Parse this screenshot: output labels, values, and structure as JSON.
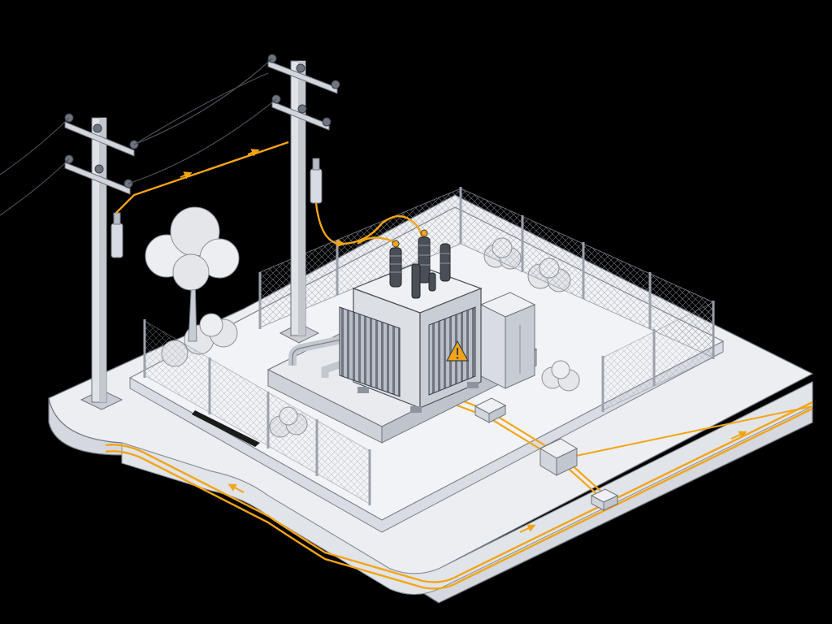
{
  "scene": {
    "background": "#000000",
    "concrete": "#eceef2",
    "concrete_shadow": "#c9ccd3",
    "metal": "#d7dbe2",
    "metal_dark": "#8e949e",
    "ink": "#3a3e46",
    "accent": "#f2a516",
    "foliage": "#e4e6ea"
  },
  "components": [
    {
      "name": "utility-pole-left"
    },
    {
      "name": "utility-pole-right"
    },
    {
      "name": "overhead-lines"
    },
    {
      "name": "drop-fuse-cutout"
    },
    {
      "name": "chain-link-fence"
    },
    {
      "name": "pad-mounted-transformer"
    },
    {
      "name": "hv-bushings"
    },
    {
      "name": "radiator-fins"
    },
    {
      "name": "control-cabinet"
    },
    {
      "name": "warning-sign-icon"
    },
    {
      "name": "underground-cable-duct"
    },
    {
      "name": "junction-box"
    },
    {
      "name": "tree"
    },
    {
      "name": "shrubs"
    }
  ],
  "flow": {
    "color": "#f2a516",
    "direction": "pole-to-transformer-to-underground"
  }
}
